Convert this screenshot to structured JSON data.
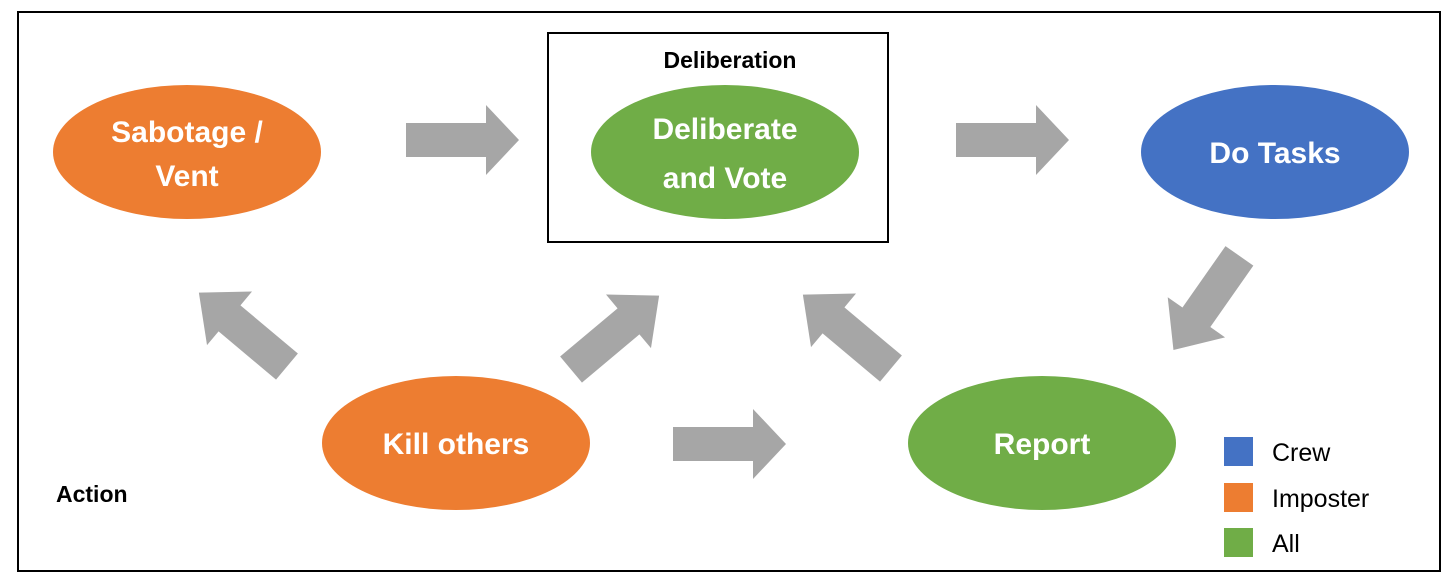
{
  "colors": {
    "crew": "#4472C4",
    "imposter": "#ED7D31",
    "all": "#70AD47",
    "arrow": "#A6A6A6"
  },
  "diagram": {
    "deliberation_caption": "Deliberation",
    "action_caption": "Action",
    "nodes": {
      "sabotage": {
        "line1": "Sabotage /",
        "line2": "Vent",
        "role": "imposter"
      },
      "deliberate": {
        "line1": "Deliberate",
        "line2": "and Vote",
        "role": "all"
      },
      "do_tasks": {
        "label": "Do Tasks",
        "role": "crew"
      },
      "kill_others": {
        "label": "Kill others",
        "role": "imposter"
      },
      "report": {
        "label": "Report",
        "role": "all"
      }
    },
    "edges": [
      {
        "from": "sabotage",
        "to": "deliberate"
      },
      {
        "from": "deliberate",
        "to": "do_tasks"
      },
      {
        "from": "do_tasks",
        "to": "report"
      },
      {
        "from": "report",
        "to": "deliberate"
      },
      {
        "from": "kill_others",
        "to": "deliberate"
      },
      {
        "from": "kill_others",
        "to": "sabotage"
      },
      {
        "from": "kill_others",
        "to": "report"
      }
    ]
  },
  "legend": {
    "items": [
      {
        "label": "Crew",
        "color": "#4472C4"
      },
      {
        "label": "Imposter",
        "color": "#ED7D31"
      },
      {
        "label": "All",
        "color": "#70AD47"
      }
    ]
  }
}
